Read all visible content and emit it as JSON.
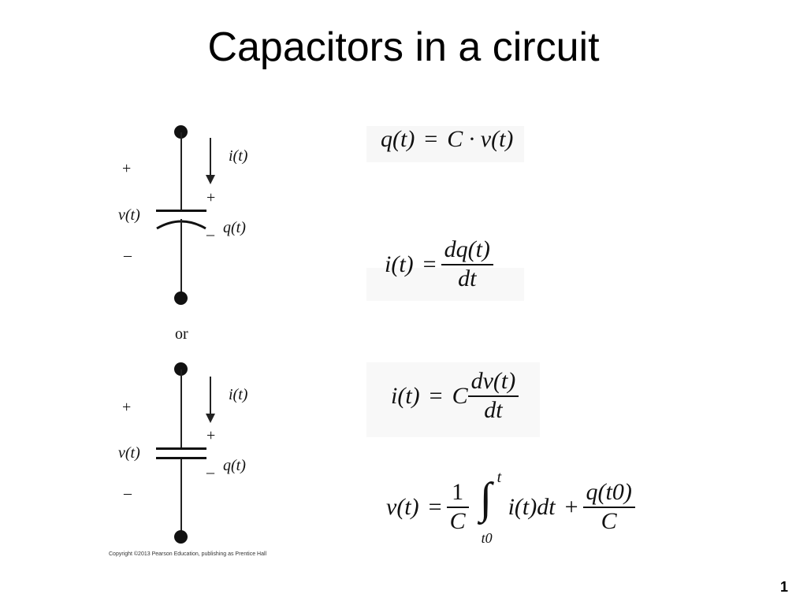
{
  "title": "Capacitors in a circuit",
  "circuit_top": {
    "plus": "+",
    "minus": "–",
    "voltage": "v(t)",
    "current": "i(t)",
    "charge_plus": "+",
    "charge_minus": "_",
    "charge": "q(t)"
  },
  "or_label": "or",
  "circuit_bottom": {
    "plus": "+",
    "minus": "–",
    "voltage": "v(t)",
    "current": "i(t)",
    "charge_plus": "+",
    "charge_minus": "_",
    "charge": "q(t)"
  },
  "copyright": "Copyright ©2013 Pearson Education, publishing as Prentice Hall",
  "equations": {
    "eq1": {
      "lhs": "q(t)",
      "op": "=",
      "rhs": "C · v(t)"
    },
    "eq2": {
      "lhs": "i(t)",
      "op": "=",
      "num": "dq(t)",
      "den": "dt"
    },
    "eq3": {
      "lhs": "i(t)",
      "op": "=",
      "coef": "C",
      "num": "dv(t)",
      "den": "dt"
    },
    "eq4": {
      "lhs": "v(t)",
      "op": "=",
      "num1": "1",
      "den1": "C",
      "integral": "∫",
      "upper": "t",
      "lower": "t0",
      "integrand": "i(t)dt",
      "plus": "+",
      "num2": "q(t0)",
      "den2": "C"
    }
  },
  "page_number": "1"
}
